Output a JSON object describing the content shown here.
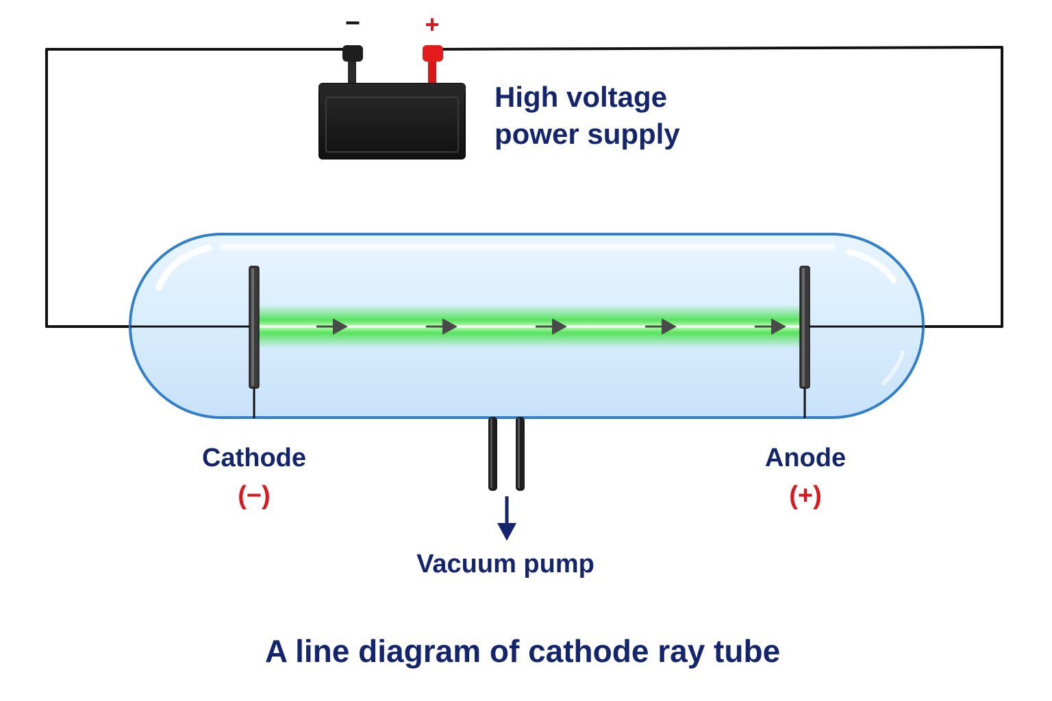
{
  "supply": {
    "label_line1": "High voltage",
    "label_line2": "power supply",
    "negative_sign": "−",
    "positive_sign": "+"
  },
  "cathode": {
    "label": "Cathode",
    "sign": "(−)"
  },
  "anode": {
    "label": "Anode",
    "sign": "(+)"
  },
  "pump": {
    "label": "Vacuum pump"
  },
  "caption": "A line diagram of cathode ray tube",
  "colors": {
    "label_blue": "#12256e",
    "sign_red": "#e0141b",
    "wire": "#111111",
    "tube_fill": "#dcefff",
    "tube_stroke": "#2f7fd1",
    "beam_glow": "#2ee02a",
    "battery": "#1b1b1b",
    "positive_terminal": "#e31b1b"
  },
  "icons": {
    "battery": "battery-icon",
    "beam_arrow": "arrow-right-icon",
    "pump_arrow": "arrow-down-icon"
  },
  "beam": {
    "direction": "cathode-to-anode",
    "arrow_count": 5
  }
}
